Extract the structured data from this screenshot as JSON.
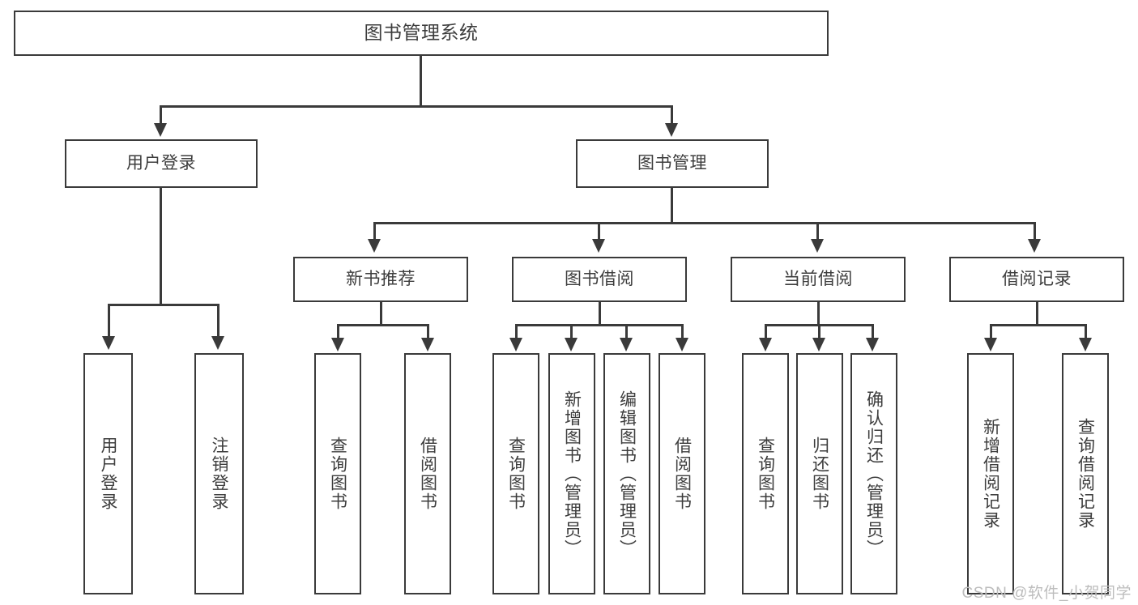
{
  "diagram": {
    "type": "tree",
    "title": "图书管理系统",
    "watermark": "CSDN @软件_小贺同学",
    "colors": {
      "stroke": "#3a3a3a",
      "text": "#3d3d3d",
      "background": "#ffffff",
      "watermark": "#bdbdbd"
    },
    "root": {
      "label": "图书管理系统"
    },
    "level2": [
      {
        "label": "用户登录"
      },
      {
        "label": "图书管理"
      }
    ],
    "level3": [
      {
        "label": "新书推荐"
      },
      {
        "label": "图书借阅"
      },
      {
        "label": "当前借阅"
      },
      {
        "label": "借阅记录"
      }
    ],
    "leaves": {
      "user_login": [
        {
          "label": "用户登录"
        },
        {
          "label": "注销登录"
        }
      ],
      "new_book_recommend": [
        {
          "label": "查询图书"
        },
        {
          "label": "借阅图书"
        }
      ],
      "book_borrow": [
        {
          "label": "查询图书"
        },
        {
          "label": "新增图书（管理员）"
        },
        {
          "label": "编辑图书（管理员）"
        },
        {
          "label": "借阅图书"
        }
      ],
      "current_borrow": [
        {
          "label": "查询图书"
        },
        {
          "label": "归还图书"
        },
        {
          "label": "确认归还（管理员）"
        }
      ],
      "borrow_record": [
        {
          "label": "新增借阅记录"
        },
        {
          "label": "查询借阅记录"
        }
      ]
    }
  }
}
